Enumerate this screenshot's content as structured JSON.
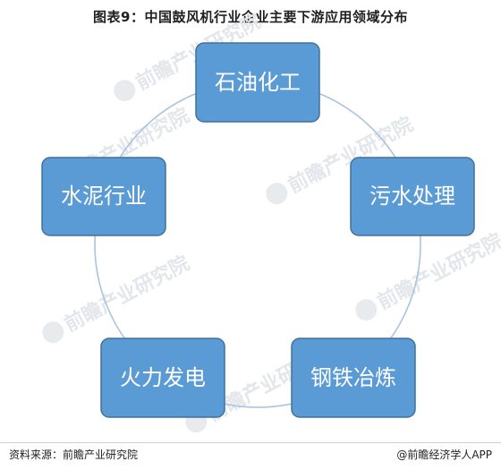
{
  "title": "图表9：中国鼓风机行业企业主要下游应用领域分布",
  "nodes": [
    {
      "label": "石油化工"
    },
    {
      "label": "污水处理"
    },
    {
      "label": "钢铁冶炼"
    },
    {
      "label": "火力发电"
    },
    {
      "label": "水泥行业"
    }
  ],
  "watermark": {
    "text": "前瞻产业研究院"
  },
  "footer": {
    "source": "资料来源：前瞻产业研究院",
    "brand": "@前瞻经济学人APP"
  },
  "colors": {
    "node_fill": "#5b9bd5",
    "node_border": "#41719c",
    "ring": "#a9c4e0"
  }
}
